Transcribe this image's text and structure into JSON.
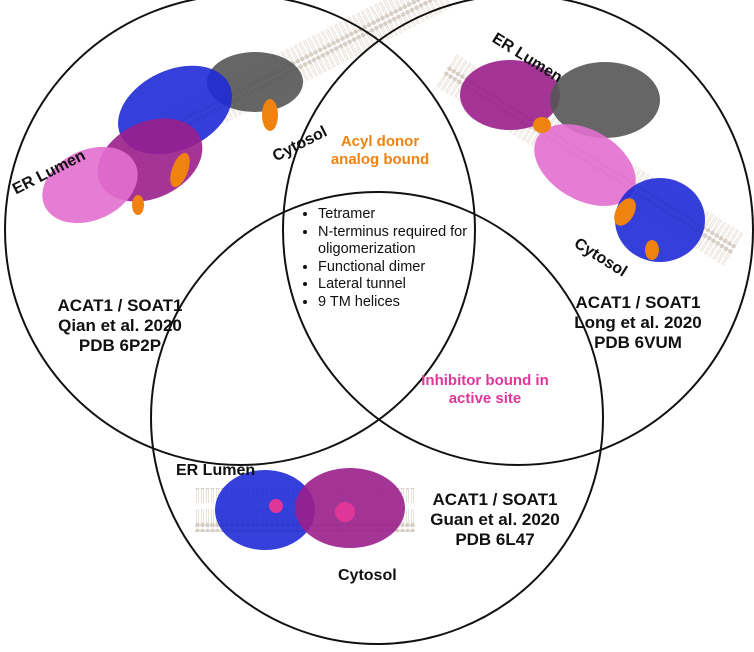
{
  "circles": {
    "left": {
      "lines": [
        "ACAT1 / SOAT1",
        "Qian et al. 2020",
        "PDB 6P2P"
      ],
      "annotations": {
        "lumen": "ER Lumen",
        "cytosol": "Cytosol"
      }
    },
    "right": {
      "lines": [
        "ACAT1 / SOAT1",
        "Long et al. 2020",
        "PDB 6VUM"
      ],
      "annotations": {
        "lumen": "ER Lumen",
        "cytosol": "Cytosol"
      }
    },
    "bottom": {
      "lines": [
        "ACAT1 / SOAT1",
        "Guan et al. 2020",
        "PDB 6L47"
      ],
      "annotations": {
        "lumen": "ER Lumen",
        "cytosol": "Cytosol"
      }
    }
  },
  "overlaps": {
    "left_right": [
      "Acyl donor",
      "analog bound"
    ],
    "right_bottom": [
      "Inhibitor bound in",
      "active site"
    ],
    "all_three": [
      "Tetramer",
      "N-terminus required for oligomerization",
      "Functional dimer",
      "Lateral tunnel",
      "9 TM helices"
    ]
  },
  "colors": {
    "outline": "#111111",
    "membrane": "#d8cfc4",
    "blue_protein": "#1f2ad6",
    "magenta_protein": "#9a1f8c",
    "pink_protein": "#e36fd0",
    "gray_protein": "#555555",
    "orange_ligand": "#f0820f",
    "pink_ligand": "#e0369a",
    "orange_text": "#f0820f",
    "pink_text": "#e0369a"
  }
}
